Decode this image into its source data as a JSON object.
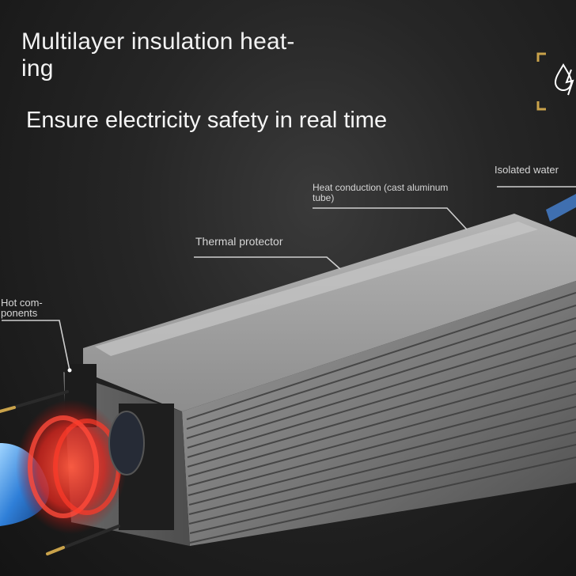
{
  "headline": {
    "line1": "Multilayer insulation heat-",
    "line2": "ing",
    "tagline": "Ensure electricity safety in real time"
  },
  "callouts": {
    "hot_components": {
      "line1": "Hot com-",
      "line2": "ponents"
    },
    "thermal_protector": "Thermal protector",
    "heat_conduction": {
      "line1": "Heat conduction (cast aluminum",
      "line2": "tube)"
    },
    "isolated_water": "Isolated water"
  },
  "colors": {
    "background": "#262626",
    "text": "#f2f2f2",
    "callout_line": "#cfcfcf",
    "heater_body": "#8a8a8a",
    "heat_glow": "#e0302a",
    "water_flow": "#3a8fe0",
    "icon_accent": "#c9a24a"
  },
  "icons": [
    "water-drop-lightning-icon"
  ]
}
